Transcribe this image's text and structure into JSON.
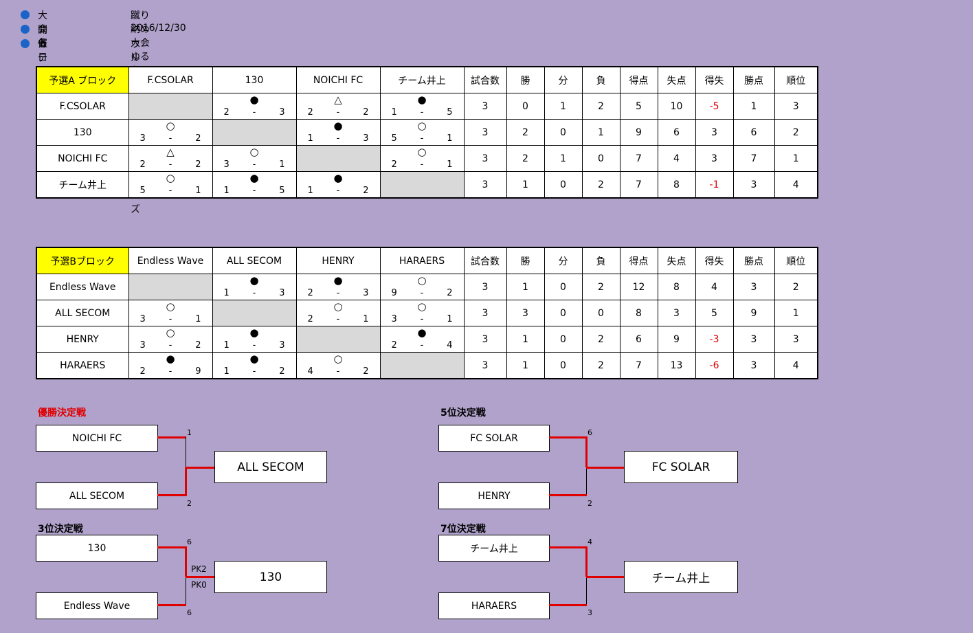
{
  "info": [
    {
      "label": "大会名",
      "value": "蹴り納め大会　ゆるかっぷ"
    },
    {
      "label": "開催日",
      "value": "2016/12/30"
    },
    {
      "label": "カテゴリー",
      "value": "ウルトラスーパービギナーズ"
    }
  ],
  "stat_headers": [
    "試合数",
    "勝",
    "分",
    "負",
    "得点",
    "失点",
    "得失",
    "勝点",
    "順位"
  ],
  "block_a": {
    "title": "予選A ブロック",
    "teams": [
      "F.CSOLAR",
      "130",
      "NOICHI FC",
      "チーム井上"
    ],
    "rows": [
      {
        "team": "F.CSOLAR",
        "results": [
          null,
          {
            "sym": "●",
            "l": "2",
            "d": "-",
            "r": "3"
          },
          {
            "sym": "△",
            "l": "2",
            "d": "-",
            "r": "2"
          },
          {
            "sym": "●",
            "l": "1",
            "d": "-",
            "r": "5"
          }
        ],
        "stats": [
          "3",
          "0",
          "1",
          "2",
          "5",
          "10",
          "-5",
          "1",
          "3"
        ]
      },
      {
        "team": "130",
        "results": [
          {
            "sym": "○",
            "l": "3",
            "d": "-",
            "r": "2"
          },
          null,
          {
            "sym": "●",
            "l": "1",
            "d": "-",
            "r": "3"
          },
          {
            "sym": "○",
            "l": "5",
            "d": "-",
            "r": "1"
          }
        ],
        "stats": [
          "3",
          "2",
          "0",
          "1",
          "9",
          "6",
          "3",
          "6",
          "2"
        ]
      },
      {
        "team": "NOICHI FC",
        "results": [
          {
            "sym": "△",
            "l": "2",
            "d": "-",
            "r": "2"
          },
          {
            "sym": "○",
            "l": "3",
            "d": "-",
            "r": "1"
          },
          null,
          {
            "sym": "○",
            "l": "2",
            "d": "-",
            "r": "1"
          }
        ],
        "stats": [
          "3",
          "2",
          "1",
          "0",
          "7",
          "4",
          "3",
          "7",
          "1"
        ]
      },
      {
        "team": "チーム井上",
        "results": [
          {
            "sym": "○",
            "l": "5",
            "d": "-",
            "r": "1"
          },
          {
            "sym": "●",
            "l": "1",
            "d": "-",
            "r": "5"
          },
          {
            "sym": "●",
            "l": "1",
            "d": "-",
            "r": "2"
          },
          null
        ],
        "stats": [
          "3",
          "1",
          "0",
          "2",
          "7",
          "8",
          "-1",
          "3",
          "4"
        ]
      }
    ]
  },
  "block_b": {
    "title": "予選Bブロック",
    "teams": [
      "Endless Wave",
      "ALL SECOM",
      "HENRY",
      "HARAERS"
    ],
    "rows": [
      {
        "team": "Endless Wave",
        "results": [
          null,
          {
            "sym": "●",
            "l": "1",
            "d": "-",
            "r": "3"
          },
          {
            "sym": "●",
            "l": "2",
            "d": "-",
            "r": "3"
          },
          {
            "sym": "○",
            "l": "9",
            "d": "-",
            "r": "2"
          }
        ],
        "stats": [
          "3",
          "1",
          "0",
          "2",
          "12",
          "8",
          "4",
          "3",
          "2"
        ]
      },
      {
        "team": "ALL SECOM",
        "results": [
          {
            "sym": "○",
            "l": "3",
            "d": "-",
            "r": "1"
          },
          null,
          {
            "sym": "○",
            "l": "2",
            "d": "-",
            "r": "1"
          },
          {
            "sym": "○",
            "l": "3",
            "d": "-",
            "r": "1"
          }
        ],
        "stats": [
          "3",
          "3",
          "0",
          "0",
          "8",
          "3",
          "5",
          "9",
          "1"
        ]
      },
      {
        "team": "HENRY",
        "results": [
          {
            "sym": "○",
            "l": "3",
            "d": "-",
            "r": "2"
          },
          {
            "sym": "●",
            "l": "1",
            "d": "-",
            "r": "3"
          },
          null,
          {
            "sym": "●",
            "l": "2",
            "d": "-",
            "r": "4"
          }
        ],
        "stats": [
          "3",
          "1",
          "0",
          "2",
          "6",
          "9",
          "-3",
          "3",
          "3"
        ]
      },
      {
        "team": "HARAERS",
        "results": [
          {
            "sym": "●",
            "l": "2",
            "d": "-",
            "r": "9"
          },
          {
            "sym": "●",
            "l": "1",
            "d": "-",
            "r": "2"
          },
          {
            "sym": "○",
            "l": "4",
            "d": "-",
            "r": "2"
          },
          null
        ],
        "stats": [
          "3",
          "1",
          "0",
          "2",
          "7",
          "13",
          "-6",
          "3",
          "4"
        ]
      }
    ]
  },
  "brackets": {
    "final": {
      "title": "優勝決定戦",
      "top": "NOICHI FC",
      "bottom": "ALL SECOM",
      "top_score": "1",
      "bottom_score": "2",
      "winner": "ALL SECOM"
    },
    "fifth": {
      "title": "5位決定戦",
      "top": "FC SOLAR",
      "bottom": "HENRY",
      "top_score": "6",
      "bottom_score": "2",
      "winner": "FC SOLAR"
    },
    "third": {
      "title": "3位決定戦",
      "top": "130",
      "bottom": "Endless Wave",
      "top_score": "6",
      "bottom_score": "6",
      "pk_top": "PK2",
      "pk_bottom": "PK0",
      "winner": "130"
    },
    "seventh": {
      "title": "7位決定戦",
      "top": "チーム井上",
      "bottom": "HARAERS",
      "top_score": "4",
      "bottom_score": "3",
      "winner": "チーム井上"
    }
  }
}
